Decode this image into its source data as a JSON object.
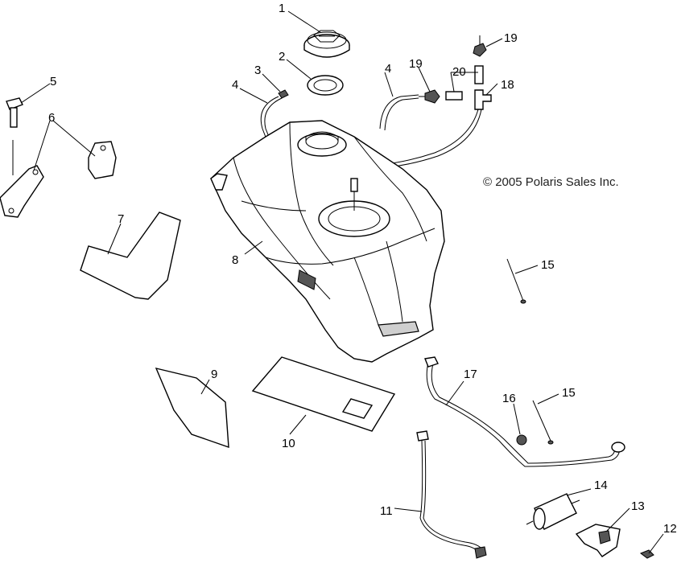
{
  "copyright": "© 2005 Polaris Sales Inc.",
  "callouts": {
    "c1": "1",
    "c2": "2",
    "c3": "3",
    "c4a": "4",
    "c4b": "4",
    "c5": "5",
    "c6": "6",
    "c7": "7",
    "c8": "8",
    "c9": "9",
    "c10": "10",
    "c11": "11",
    "c12": "12",
    "c13": "13",
    "c14": "14",
    "c15a": "15",
    "c15b": "15",
    "c16": "16",
    "c17": "17",
    "c18": "18",
    "c19a": "19",
    "c19b": "19",
    "c20": "20"
  }
}
